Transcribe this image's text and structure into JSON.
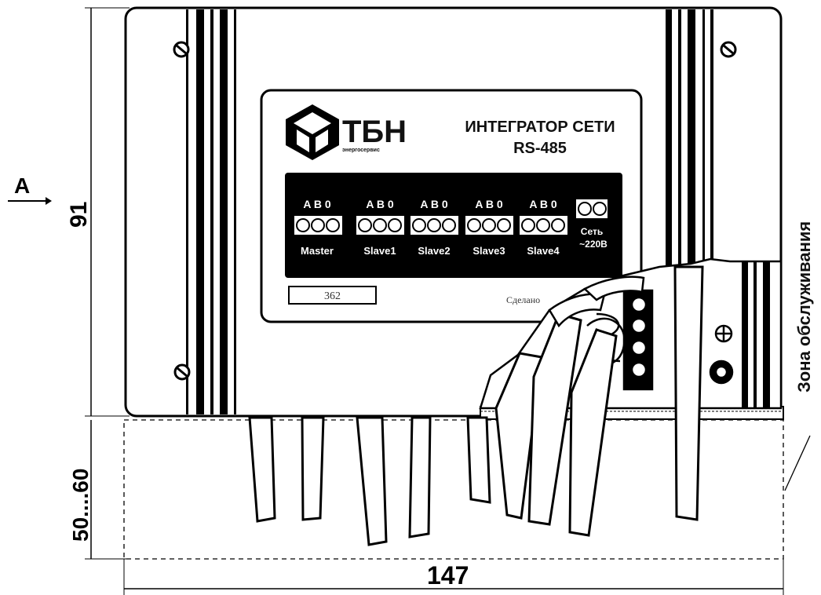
{
  "dimensions": {
    "height": "91",
    "width": "147",
    "service_depth": "50....60",
    "view_marker": "A"
  },
  "service_zone_label": "Зона обслуживания",
  "nameplate": {
    "brand": "ТБН",
    "brand_sub": "энергосервис",
    "product_line1": "ИНТЕГРАТОР СЕТИ",
    "product_line2": "RS-485",
    "serial": "362",
    "made_in": "Сделано"
  },
  "terminal_groups": [
    {
      "pins": "A B 0",
      "label": "Master"
    },
    {
      "pins": "A B 0",
      "label": "Slave1"
    },
    {
      "pins": "A B 0",
      "label": "Slave2"
    },
    {
      "pins": "A B 0",
      "label": "Slave3"
    },
    {
      "pins": "A B 0",
      "label": "Slave4"
    }
  ],
  "power_terminal": {
    "line1": "Сеть",
    "line2": "~220В"
  }
}
